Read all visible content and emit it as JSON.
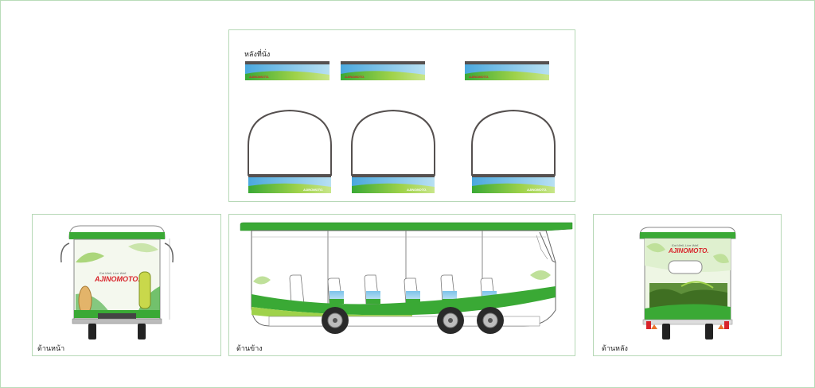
{
  "labels": {
    "seat_back": "หลังที่นั่ง",
    "front": "ด้านหน้า",
    "side": "ด้านข้าง",
    "rear": "ด้านหลัง"
  },
  "brand": {
    "name": "AJINOMOTO.",
    "slogan": "Eat Well, Live Well."
  },
  "colors": {
    "brand_green": "#3aa935",
    "light_green": "#9fd24a",
    "sky_blue": "#4aa8de",
    "brand_red": "#d8232a",
    "frame_border": "#b6d8b6",
    "outline_dark": "#55504f"
  }
}
